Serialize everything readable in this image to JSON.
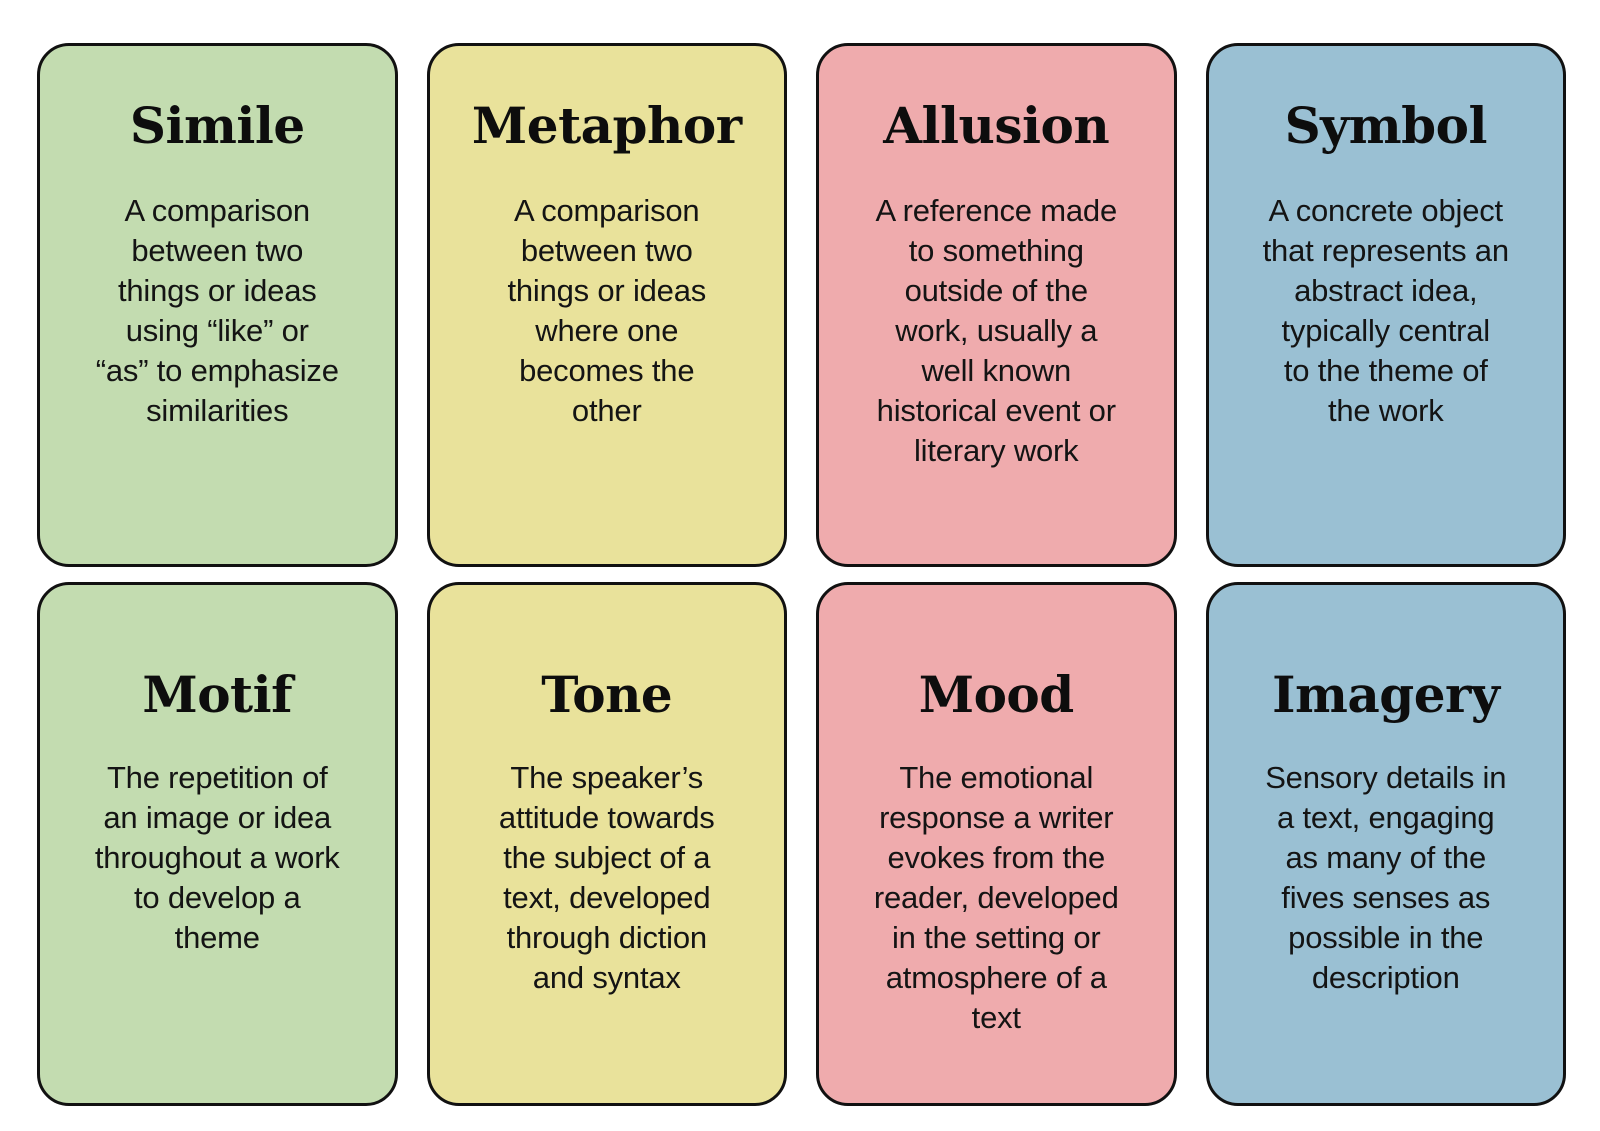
{
  "palette": {
    "green": "#C3DCB0",
    "yellow": "#E9E29B",
    "pink": "#EFABAD",
    "blue": "#9AC0D3",
    "border": "#111111",
    "text": "#141414",
    "background": "#FFFFFF"
  },
  "cards": [
    {
      "title": "Simile",
      "body": "A comparison\nbetween two\nthings or ideas\nusing “like” or\n“as” to emphasize\nsimilarities",
      "color": "green",
      "row": "top",
      "column": 1
    },
    {
      "title": "Metaphor",
      "body": "A comparison\nbetween two\nthings or ideas\nwhere one\nbecomes the\nother",
      "color": "yellow",
      "row": "top",
      "column": 2
    },
    {
      "title": "Allusion",
      "body": "A reference made\nto something\noutside of the\nwork, usually a\nwell known\nhistorical event or\nliterary work",
      "color": "pink",
      "row": "top",
      "column": 3
    },
    {
      "title": "Symbol",
      "body": "A concrete object\nthat represents an\nabstract idea,\ntypically central\nto the theme of\nthe work",
      "color": "blue",
      "row": "top",
      "column": 4
    },
    {
      "title": "Motif",
      "body": "The repetition of\nan image or idea\nthroughout a work\nto develop a\ntheme",
      "color": "green",
      "row": "bottom",
      "column": 1
    },
    {
      "title": "Tone",
      "body": "The speaker’s\nattitude towards\nthe subject of a\ntext, developed\nthrough diction\nand syntax",
      "color": "yellow",
      "row": "bottom",
      "column": 2
    },
    {
      "title": "Mood",
      "body": "The emotional\nresponse a writer\nevokes from the\nreader, developed\nin the setting or\natmosphere of a\ntext",
      "color": "pink",
      "row": "bottom",
      "column": 3
    },
    {
      "title": "Imagery",
      "body": "Sensory details in\na text, engaging\nas many of the\nfives senses as\npossible in the\ndescription",
      "color": "blue",
      "row": "bottom",
      "column": 4
    }
  ]
}
